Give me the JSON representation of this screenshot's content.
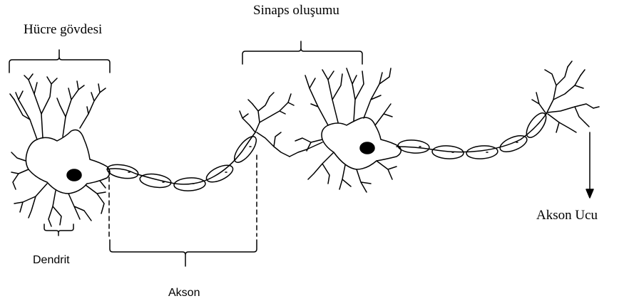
{
  "labels": {
    "cell_body": "Hücre gövdesi",
    "synapse": "Sinaps oluşumu",
    "dendrite": "Dendrit",
    "axon": "Akson",
    "axon_terminal": "Akson Ucu"
  },
  "colors": {
    "ink": "#000000",
    "background": "#ffffff"
  }
}
